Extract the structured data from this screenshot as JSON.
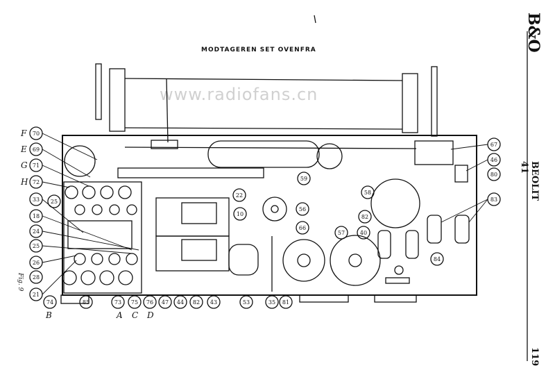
{
  "header": {
    "title": "MODTAGEREN SET OVENFRA",
    "brand": "B&O",
    "model": "BEOLIT 41",
    "page_number": "119",
    "watermark": "www.radiofans.cn"
  },
  "figure": {
    "label": "Fig. 9",
    "letter_labels": [
      "F",
      "E",
      "G",
      "H",
      "B",
      "A",
      "C",
      "D"
    ],
    "callouts": [
      "70",
      "69",
      "71",
      "72",
      "33",
      "25",
      "18",
      "24",
      "25",
      "26",
      "28",
      "21",
      "74",
      "85",
      "73",
      "75",
      "76",
      "47",
      "44",
      "82",
      "43",
      "53",
      "35",
      "81",
      "22",
      "10",
      "56",
      "66",
      "57",
      "40",
      "82",
      "84",
      "58",
      "59",
      "67",
      "46",
      "80",
      "83"
    ]
  }
}
